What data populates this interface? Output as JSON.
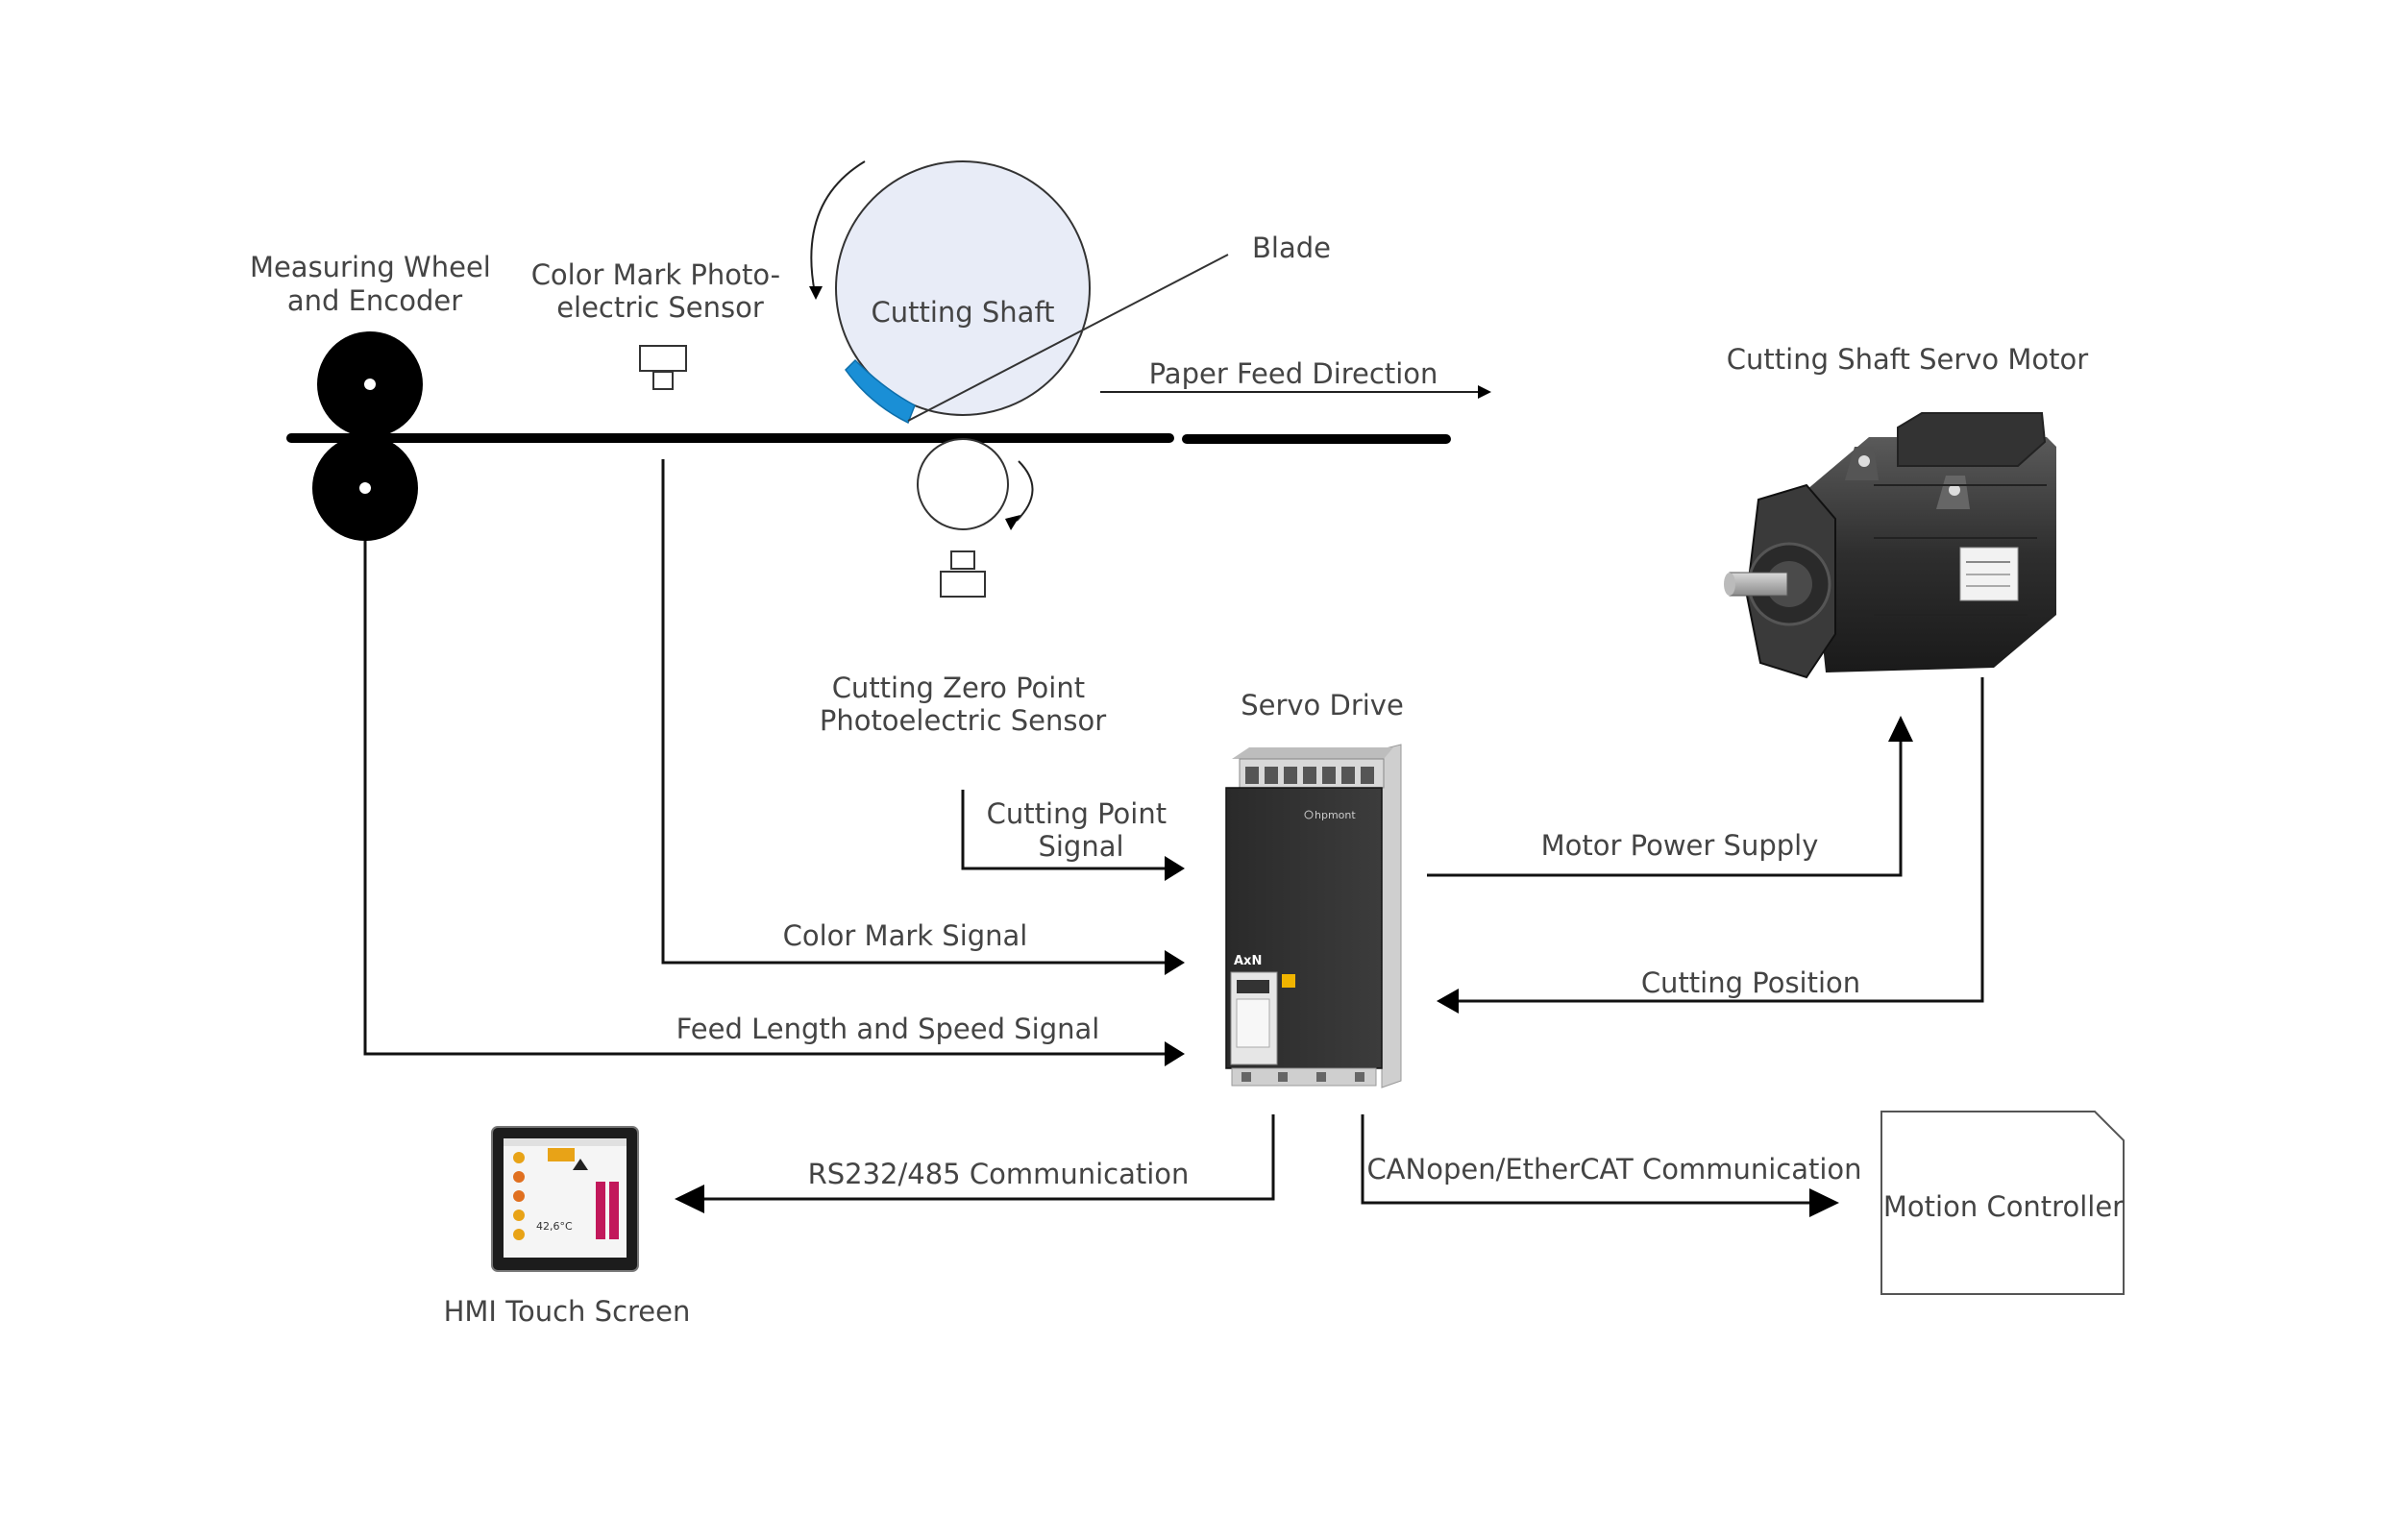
{
  "labels": {
    "measuring_wheel": [
      "Measuring Wheel",
      "and Encoder"
    ],
    "color_mark_sensor": [
      "Color Mark Photo-",
      "electric Sensor"
    ],
    "cutting_shaft": "Cutting Shaft",
    "blade": "Blade",
    "paper_feed_direction": "Paper Feed Direction",
    "servo_motor": "Cutting Shaft Servo Motor",
    "zero_point_sensor": [
      "Cutting Zero Point",
      "Photoelectric Sensor"
    ],
    "servo_drive": "Servo Drive",
    "cutting_point_signal": [
      "Cutting Point",
      "Signal"
    ],
    "color_mark_signal": "Color Mark Signal",
    "feed_length_signal": "Feed Length and Speed Signal",
    "motor_power_supply": "Motor Power Supply",
    "cutting_position": "Cutting Position",
    "rs_comm": "RS232/485 Communication",
    "can_comm": "CANopen/EtherCAT Communication",
    "motion_controller": "Motion Controller",
    "hmi": "HMI Touch Screen",
    "drive_model": "AxN",
    "drive_brand": "hpmont",
    "hmi_temperature": "42,6°C"
  },
  "colors": {
    "shaft_fill": "#e8ecf7",
    "blade": "#1a8fd6",
    "hmi_bar": "#c2185b",
    "hmi_accent": "#e8a317"
  }
}
